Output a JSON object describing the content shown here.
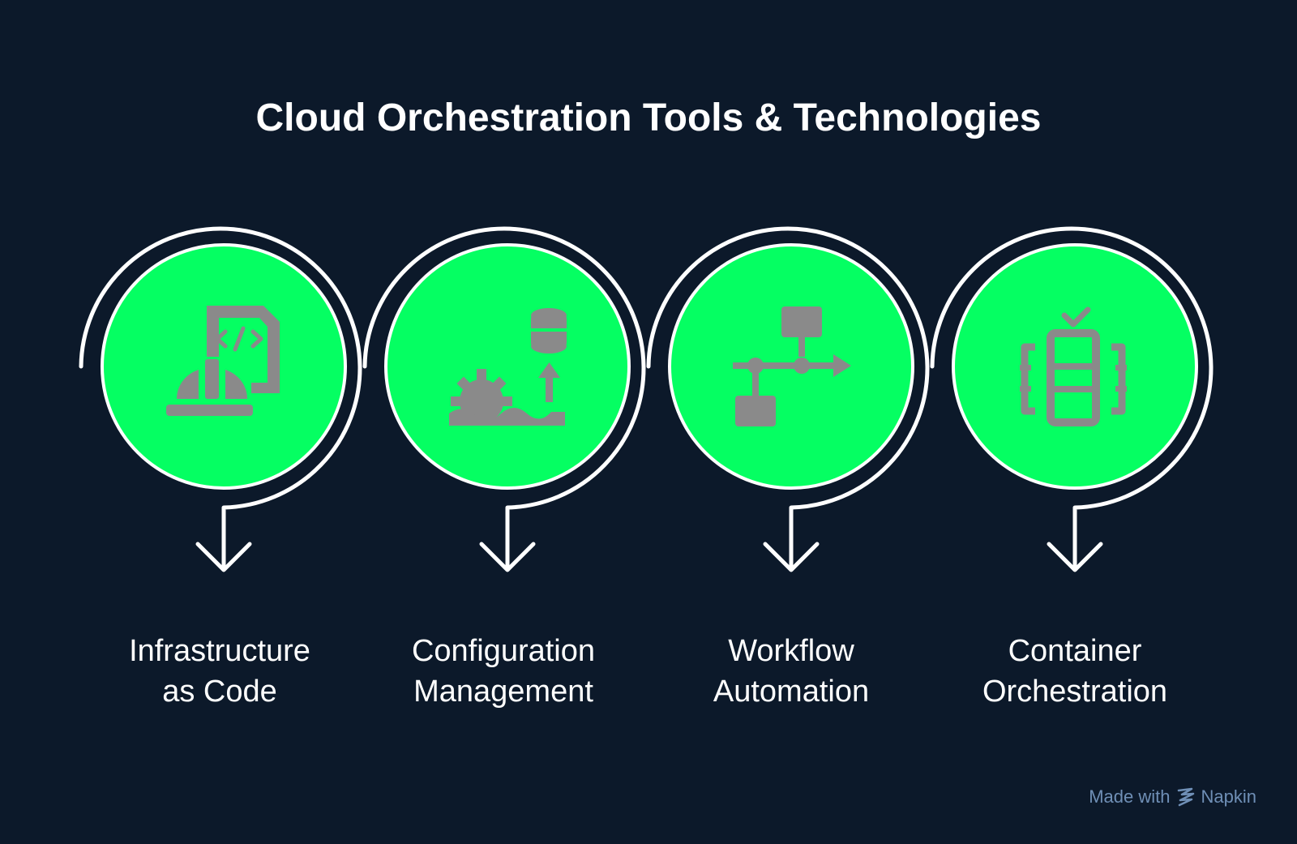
{
  "title": "Cloud Orchestration Tools & Technologies",
  "steps": [
    {
      "line1": "Infrastructure",
      "line2": "as Code",
      "icon": "developer-helmet-icon"
    },
    {
      "line1": "Configuration",
      "line2": "Management",
      "icon": "gear-database-upload-icon"
    },
    {
      "line1": "Workflow",
      "line2": "Automation",
      "icon": "flowchart-arrow-icon"
    },
    {
      "line1": "Container",
      "line2": "Orchestration",
      "icon": "container-rack-check-icon"
    }
  ],
  "footer": {
    "made_with": "Made with",
    "brand": "Napkin",
    "icon": "napkin-logo-icon"
  },
  "colors": {
    "background": "#0c192a",
    "circle_fill": "#05ff62",
    "icon": "#8a8a8a",
    "stroke": "#ffffff",
    "footer_text": "#6f8fb6"
  }
}
